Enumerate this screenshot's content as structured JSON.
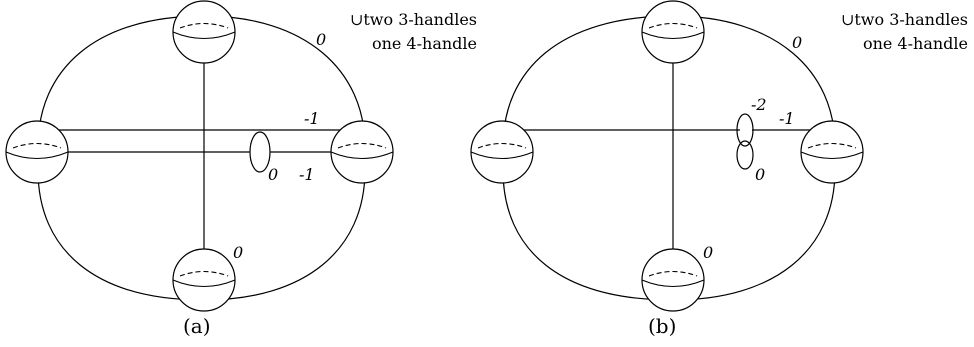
{
  "panel_a": {
    "caption": "(a)",
    "labels": {
      "top": "0",
      "mid_upper": "-1",
      "mid_lower": "-1",
      "small": "0",
      "bottom": "0"
    },
    "note": {
      "line1": "∪two 3-handles",
      "line2": "one 4-handle"
    }
  },
  "panel_b": {
    "caption": "(b)",
    "labels": {
      "top": "0",
      "mid": "-1",
      "clasp_upper": "-2",
      "clasp_lower": "0",
      "bottom": "0"
    },
    "note": {
      "line1": "∪two 3-handles",
      "line2": "one 4-handle"
    }
  }
}
